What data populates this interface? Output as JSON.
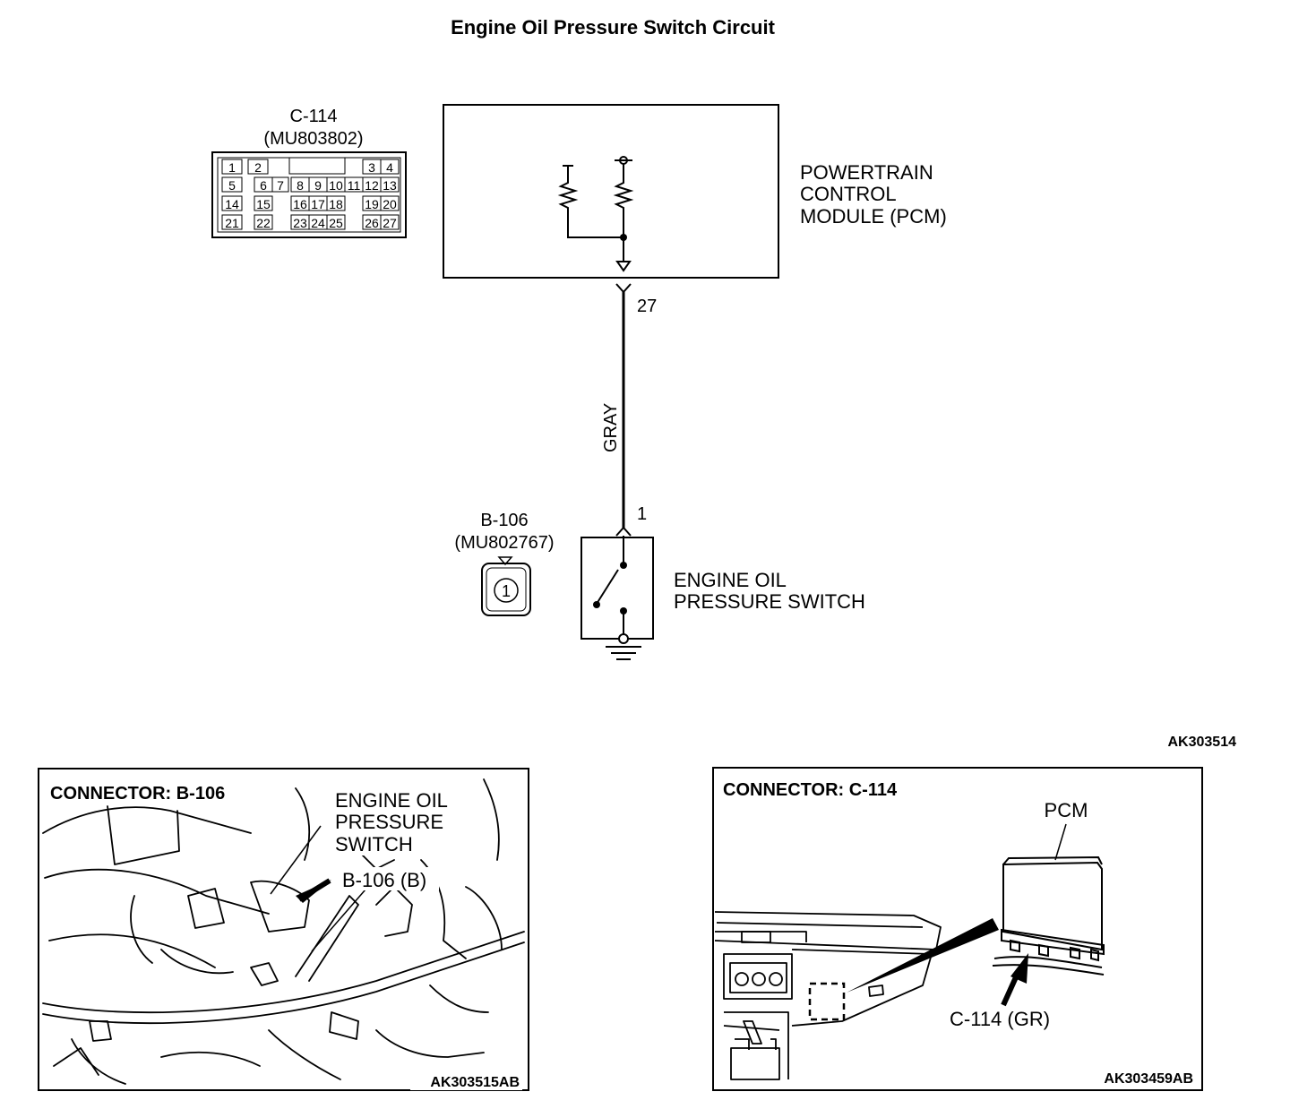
{
  "title": "Engine Oil Pressure Switch Circuit",
  "connector_c114": {
    "id": "C-114",
    "part": "(MU803802)",
    "pins_row1": [
      "1",
      "2",
      "3",
      "4"
    ],
    "pins_row2": [
      "5",
      "6",
      "7",
      "8",
      "9",
      "10",
      "11",
      "12",
      "13"
    ],
    "pins_row3": [
      "14",
      "15",
      "16",
      "17",
      "18",
      "19",
      "20"
    ],
    "pins_row4": [
      "21",
      "22",
      "23",
      "24",
      "25",
      "26",
      "27"
    ]
  },
  "pcm": {
    "label_lines": [
      "POWERTRAIN",
      "CONTROL",
      "MODULE (PCM)"
    ],
    "pin": "27"
  },
  "wire": {
    "color_label": "GRAY"
  },
  "connector_b106": {
    "id": "B-106",
    "part": "(MU802767)",
    "pin_number": "1"
  },
  "switch": {
    "label_lines": [
      "ENGINE OIL",
      "PRESSURE SWITCH"
    ],
    "pin": "1"
  },
  "diagram_code": "AK303514",
  "panel_left": {
    "heading": "CONNECTOR: B-106",
    "callout_lines": [
      "ENGINE OIL",
      "PRESSURE",
      "SWITCH"
    ],
    "connector_label": "B-106 (B)",
    "code": "AK303515AB"
  },
  "panel_right": {
    "heading": "CONNECTOR: C-114",
    "pcm_label": "PCM",
    "connector_label": "C-114 (GR)",
    "code": "AK303459AB"
  }
}
